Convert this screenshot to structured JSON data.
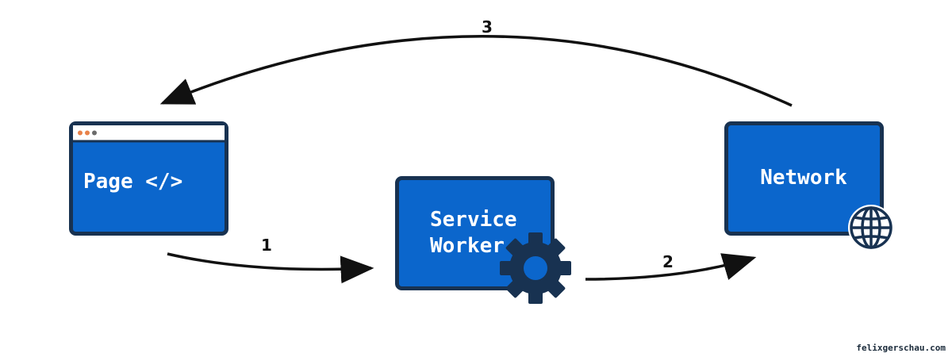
{
  "nodes": {
    "page": {
      "label": "Page </>"
    },
    "service_worker": {
      "line1": "Service",
      "line2": "Worker"
    },
    "network": {
      "label": "Network"
    }
  },
  "steps": {
    "step1": "1",
    "step2": "2",
    "step3": "3"
  },
  "credit": "felixgerschau.com",
  "icons": [
    "browser-dots-icon",
    "gear-icon",
    "globe-icon"
  ],
  "colors": {
    "box_fill": "#0b66cc",
    "box_border": "#183251",
    "arrow": "#111111",
    "dot_orange": "#e8824a",
    "dot_gray": "#6b6b6b"
  }
}
